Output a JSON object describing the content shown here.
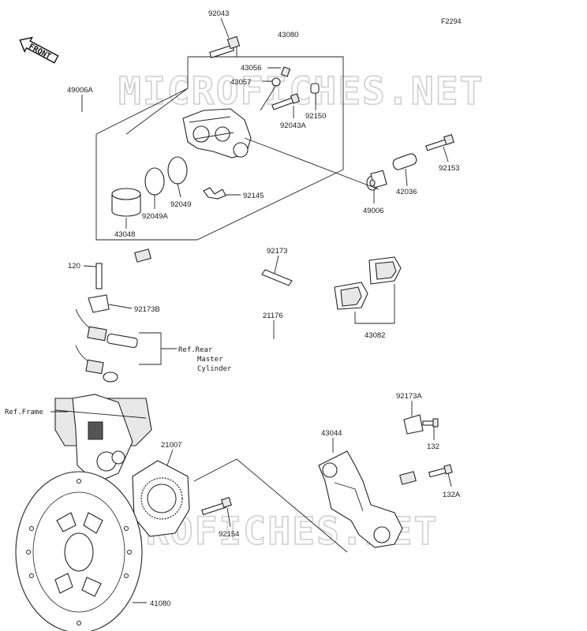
{
  "figure_code": "F2294",
  "watermarks": [
    "MICROFICHES.NET",
    "MICROFICHES.NET"
  ],
  "direction_label": "FRONT",
  "parts": {
    "p92043": "92043",
    "p43080": "43080",
    "p43056": "43056",
    "p43057": "43057",
    "p49006A": "49006A",
    "p92150": "92150",
    "p92043A": "92043A",
    "p92153": "92153",
    "p92049": "92049",
    "p92049A": "92049A",
    "p92145": "92145",
    "p42036": "42036",
    "p49006": "49006",
    "p43048": "43048",
    "p92173": "92173",
    "p120": "120",
    "p92173B": "92173B",
    "p21176": "21176",
    "p43082": "43082",
    "p92173A": "92173A",
    "p43044": "43044",
    "p132": "132",
    "p132A": "132A",
    "p21007": "21007",
    "p92154": "92154",
    "p41080": "41080"
  },
  "refs": {
    "rear_master_1": "Ref.Rear",
    "rear_master_2": "Master",
    "rear_master_3": "Cylinder",
    "frame": "Ref.Frame"
  }
}
